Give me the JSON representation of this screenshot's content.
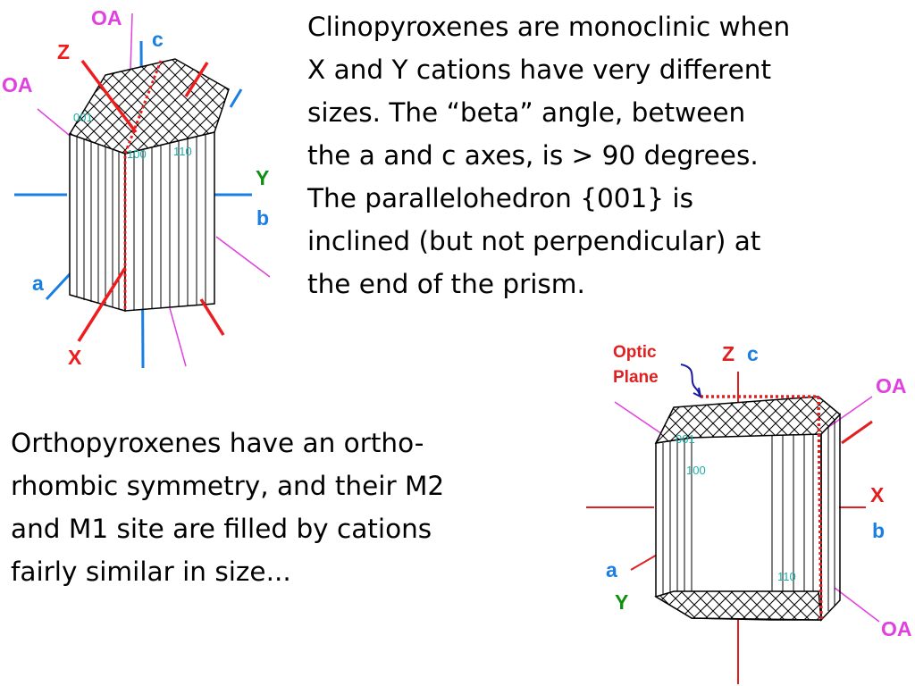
{
  "clino_paragraph": {
    "lines": [
      "Clinopyroxenes are monoclinic when",
      "X and Y cations have very different",
      "sizes. The “beta” angle, between",
      "the a and c axes, is > 90 degrees.",
      "The parallelohedron {001} is",
      "inclined (but not perpendicular) at",
      "the end of the prism."
    ]
  },
  "ortho_paragraph": {
    "lines": [
      "Orthopyroxenes have an  ortho-",
      "rhombic symmetry, and their M2",
      "and M1 site are filled by cations",
      "fairly similar in size..."
    ]
  },
  "clino_diagram": {
    "labels": {
      "oa_top": "OA",
      "oa_left": "OA",
      "z": "Z",
      "c": "c",
      "y": "Y",
      "b": "b",
      "a": "a",
      "x": "X",
      "face_001": "001",
      "face_100": "100",
      "face_110": "110"
    }
  },
  "ortho_diagram": {
    "labels": {
      "optic_plane_line1": "Optic",
      "optic_plane_line2": "Plane",
      "z": "Z",
      "c": "c",
      "oa_top": "OA",
      "x": "X",
      "b": "b",
      "a": "a",
      "y": "Y",
      "oa_bottom": "OA",
      "face_001": "001",
      "face_100": "100",
      "face_110": "110"
    }
  },
  "colors": {
    "red": "#ee1c1c",
    "blue": "#1a7fe0",
    "magenta": "#e040e0",
    "green": "#109010",
    "teal": "#1ab0a8",
    "optic_red": "#e02020",
    "navy": "#1a1aa0"
  }
}
